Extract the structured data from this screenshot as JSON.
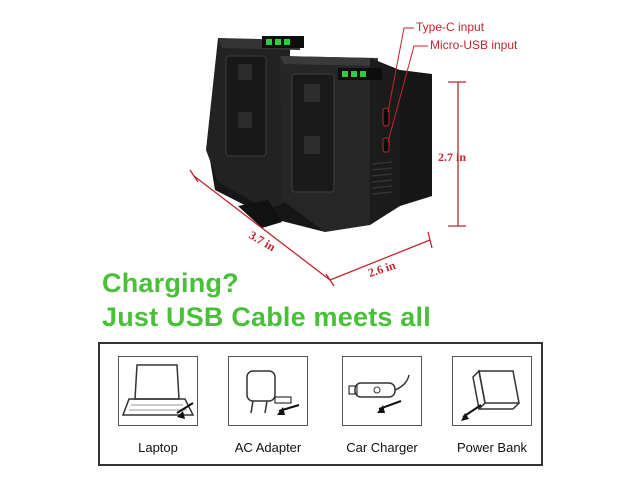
{
  "callouts": {
    "typec": "Type-C input",
    "microusb": "Micro-USB input"
  },
  "dimensions": {
    "height": "2.7 in",
    "depth": "3.7 in",
    "width": "2.6 in"
  },
  "headline": {
    "line1": "Charging?",
    "line2": "Just USB Cable meets all"
  },
  "sources": [
    {
      "label": "Laptop",
      "icon": "laptop-icon"
    },
    {
      "label": "AC Adapter",
      "icon": "ac-adapter-icon"
    },
    {
      "label": "Car Charger",
      "icon": "car-charger-icon"
    },
    {
      "label": "Power Bank",
      "icon": "power-bank-icon"
    }
  ],
  "colors": {
    "accent_red": "#c0262d",
    "headline_green": "#48c038",
    "charger_body": "#1f1f1f",
    "led_green": "#2ecc40"
  }
}
